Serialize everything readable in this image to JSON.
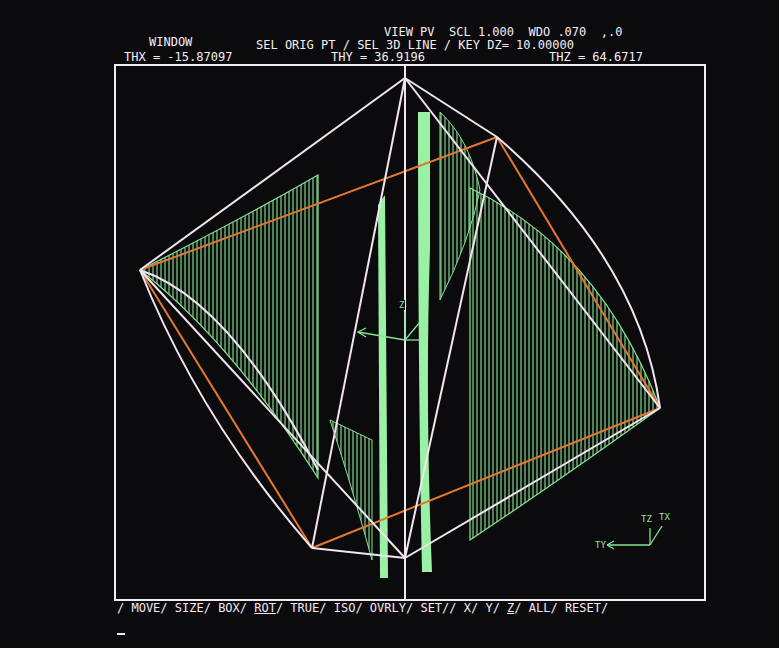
{
  "diagram": {
    "labels": [
      "WINDOW",
      "VIEW PV  SCL 1.000  WDO .070  ,.0",
      "SEL ORIG PT / SEL 3D LINE / KEY DZ= 10.00000",
      "THX = -15.87097",
      "THY = 36.9196",
      "THZ = 64.6717",
      "Z",
      "TY",
      "TZ",
      "TX",
      "/ MOVE/ SIZE/ BOX/",
      "ROT",
      "/ TRUE/ ISO/ OVRLY/ SET// X/ Y/",
      "Z",
      "/ ALL/ RESET/"
    ]
  }
}
